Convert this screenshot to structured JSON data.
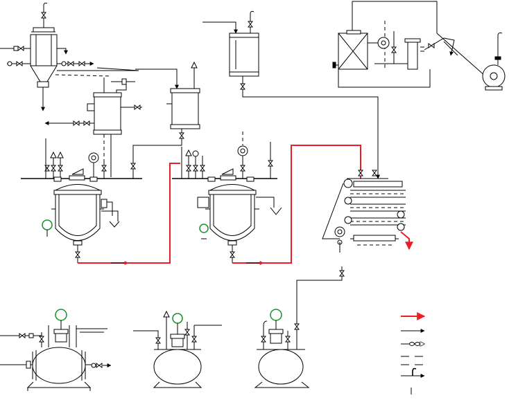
{
  "diagram": {
    "type": "process-flow-diagram",
    "text_labels": [],
    "colors": {
      "line": "#000000",
      "highlight_pipe": "#ee1c24",
      "gauge": "#1a8f2a",
      "background": "#ffffff"
    },
    "legend": {
      "items": [
        {
          "symbol": "red-arrow-line"
        },
        {
          "symbol": "black-arrow-line"
        },
        {
          "symbol": "infinity-arrow-line"
        },
        {
          "symbol": "dashed-line"
        },
        {
          "symbol": "dash-dot-line"
        },
        {
          "symbol": "hook-arrow-line"
        }
      ]
    },
    "equipment": [
      {
        "name": "condenser-column"
      },
      {
        "name": "top-filter-vessel"
      },
      {
        "name": "crystallizer-box"
      },
      {
        "name": "centrifugal-pump"
      },
      {
        "name": "jacketed-tank-small"
      },
      {
        "name": "jacketed-tank-right"
      },
      {
        "name": "reactor-left"
      },
      {
        "name": "reactor-middle"
      },
      {
        "name": "filter-press"
      },
      {
        "name": "storage-tank-left"
      },
      {
        "name": "storage-tank-middle"
      },
      {
        "name": "storage-tank-right"
      }
    ]
  }
}
